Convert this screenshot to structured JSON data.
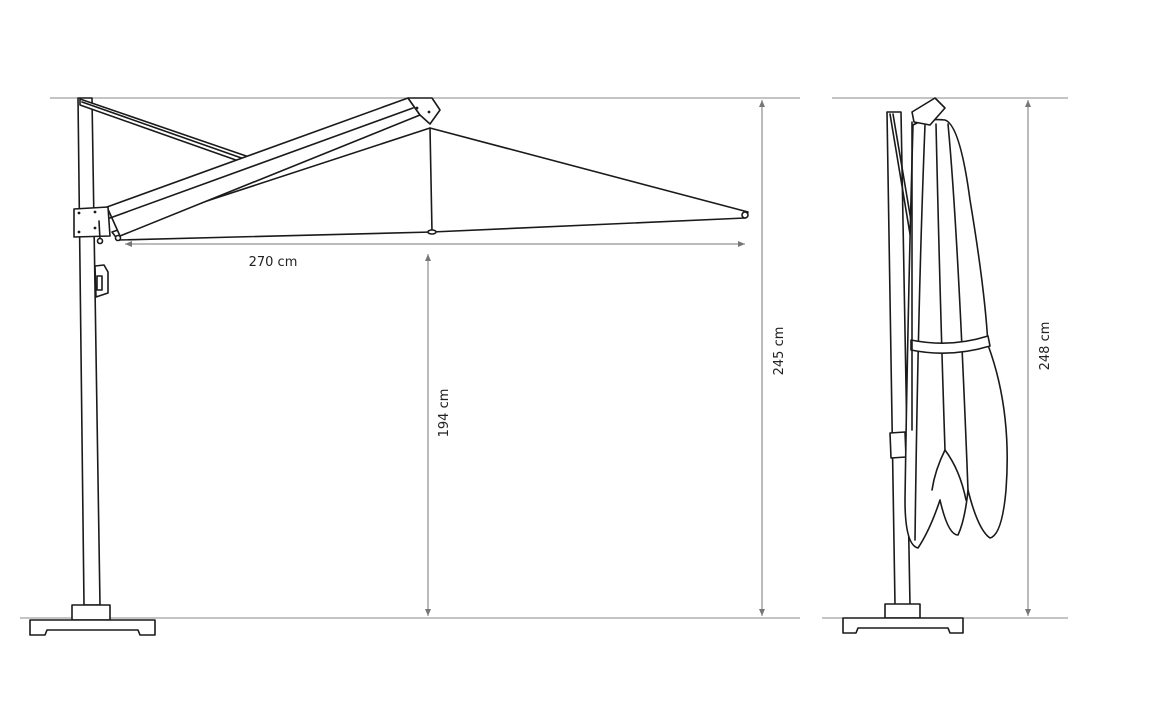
{
  "diagram": {
    "open_view": {
      "width_label": "270 cm",
      "clearance_label": "194 cm",
      "height_label": "245 cm"
    },
    "closed_view": {
      "height_label": "248 cm"
    },
    "colors": {
      "line": "#1a1a1a",
      "dimension": "#777777"
    }
  }
}
